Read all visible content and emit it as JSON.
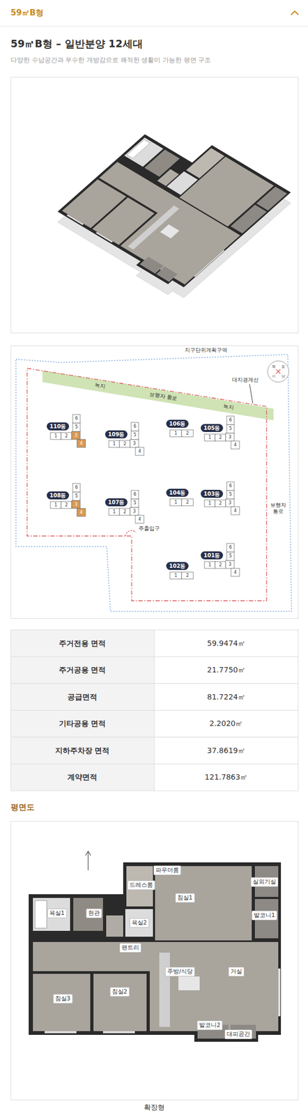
{
  "diagram": {
    "title": "59㎡B형 – 일반분양 12세대",
    "caption": "확장형",
    "nodes": [
      {
        "text": [
          "110동"
        ]
      },
      {
        "text": [
          "109동"
        ]
      },
      {
        "text": [
          "106동"
        ]
      },
      {
        "text": [
          "105동"
        ]
      },
      {
        "text": [
          "108동"
        ]
      },
      {
        "text": [
          "107동"
        ]
      },
      {
        "text": [
          "104동"
        ]
      },
      {
        "text": [
          "103동"
        ]
      },
      {
        "text": [
          "102동"
        ]
      },
      {
        "text": [
          "101동"
        ]
      }
    ],
    "labels": [
      "59㎡B형",
      "다양한 수납공간과 우수한 개방감으로 쾌적한 생활이 가능한 평면 구조",
      "지구단위계획구역",
      "대지경계선",
      "녹지",
      "보행자 통로",
      "녹지",
      "북",
      "동",
      "서",
      "남",
      "주출입구",
      "보행자 통로",
      "주거전용 면적",
      "59.9474㎡",
      "주거공용 면적",
      "21.7750㎡",
      "공급면적",
      "81.7224㎡",
      "기타공용 면적",
      "2.2020㎡",
      "지하주차장 면적",
      "37.8619㎡",
      "계약면적",
      "121.7863㎡",
      "평면도",
      "파우더룸",
      "드레스룸",
      "침실1",
      "실외기실",
      "발코니1",
      "욕실1",
      "현관",
      "욕실2",
      "팬트리",
      "침실3",
      "침실2",
      "주방/식당",
      "거실",
      "발코니2",
      "대피공간",
      "1",
      "2",
      "3",
      "4",
      "5",
      "6",
      "1",
      "2",
      "3",
      "4",
      "5",
      "6",
      "1",
      "2",
      "1",
      "2",
      "3",
      "4",
      "5",
      "6",
      "1",
      "2",
      "3",
      "4",
      "5",
      "6",
      "1",
      "2",
      "3",
      "4",
      "5",
      "6",
      "1",
      "2",
      "1",
      "2",
      "3",
      "4",
      "5",
      "6",
      "1",
      "2",
      "1",
      "2",
      "3",
      "4",
      "5",
      "6"
    ]
  }
}
